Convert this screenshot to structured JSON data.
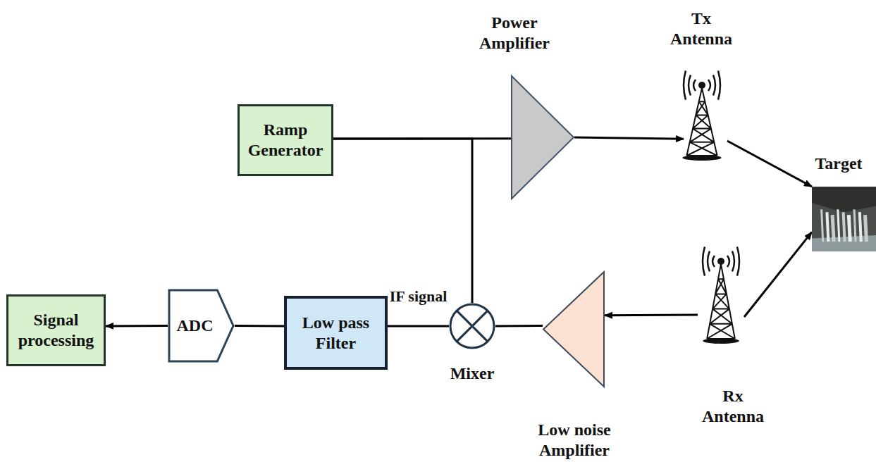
{
  "diagram": {
    "nodes": [
      {
        "text": [
          "Ramp Generator"
        ]
      },
      {
        "text": [
          "Power Amplifier"
        ]
      },
      {
        "text": [
          "Tx Antenna"
        ]
      },
      {
        "text": [
          "Target"
        ]
      },
      {
        "text": [
          "Signal processing"
        ]
      },
      {
        "text": [
          "ADC"
        ]
      },
      {
        "text": [
          "Low pass Filter"
        ]
      },
      {
        "text": [
          "Mixer"
        ]
      },
      {
        "text": [
          "Low noise Amplifier"
        ]
      },
      {
        "text": [
          "Rx Antenna"
        ]
      }
    ],
    "edges": [
      {
        "from": 0,
        "to": 1,
        "arrow": "none"
      },
      {
        "from": 0,
        "to": 7,
        "arrow": "none"
      },
      {
        "from": 1,
        "to": 2,
        "arrow": "to"
      },
      {
        "from": 2,
        "to": 3,
        "arrow": "to"
      },
      {
        "from": 9,
        "to": 3,
        "arrow": "to"
      },
      {
        "from": 9,
        "to": 8,
        "arrow": "to"
      },
      {
        "from": 8,
        "to": 7,
        "arrow": "none"
      },
      {
        "from": 7,
        "to": 6,
        "label": "IF signal",
        "arrow": "none"
      },
      {
        "from": 6,
        "to": 5,
        "arrow": "none"
      },
      {
        "from": 5,
        "to": 4,
        "arrow": "to"
      }
    ]
  }
}
